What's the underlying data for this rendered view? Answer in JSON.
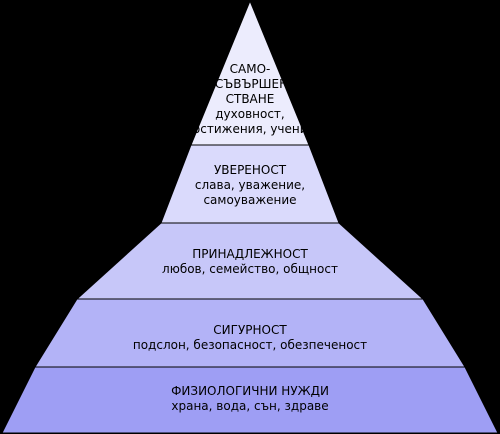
{
  "pyramid": {
    "tiers": [
      {
        "title_lines": [
          "САМО-",
          "УСЪВЪРШЕН-",
          "СТВАНЕ"
        ],
        "subtitle_lines": [
          "духовност,",
          "постижения, учение"
        ],
        "fill": "#ececfd"
      },
      {
        "title_lines": [
          "УВЕРЕНОСТ"
        ],
        "subtitle_lines": [
          "слава, уважение,",
          "самоуважение"
        ],
        "fill": "#dadafc"
      },
      {
        "title_lines": [
          "ПРИНАДЛЕЖНОСТ"
        ],
        "subtitle_lines": [
          "любов, семейство, общност"
        ],
        "fill": "#c7c7f9"
      },
      {
        "title_lines": [
          "СИГУРНОСТ"
        ],
        "subtitle_lines": [
          "подслон, безопасност, обезпеченост"
        ],
        "fill": "#b3b3f7"
      },
      {
        "title_lines": [
          "ФИЗИОЛОГИЧНИ НУЖДИ"
        ],
        "subtitle_lines": [
          "храна, вода, сън, здраве"
        ],
        "fill": "#9e9ef4"
      }
    ]
  }
}
